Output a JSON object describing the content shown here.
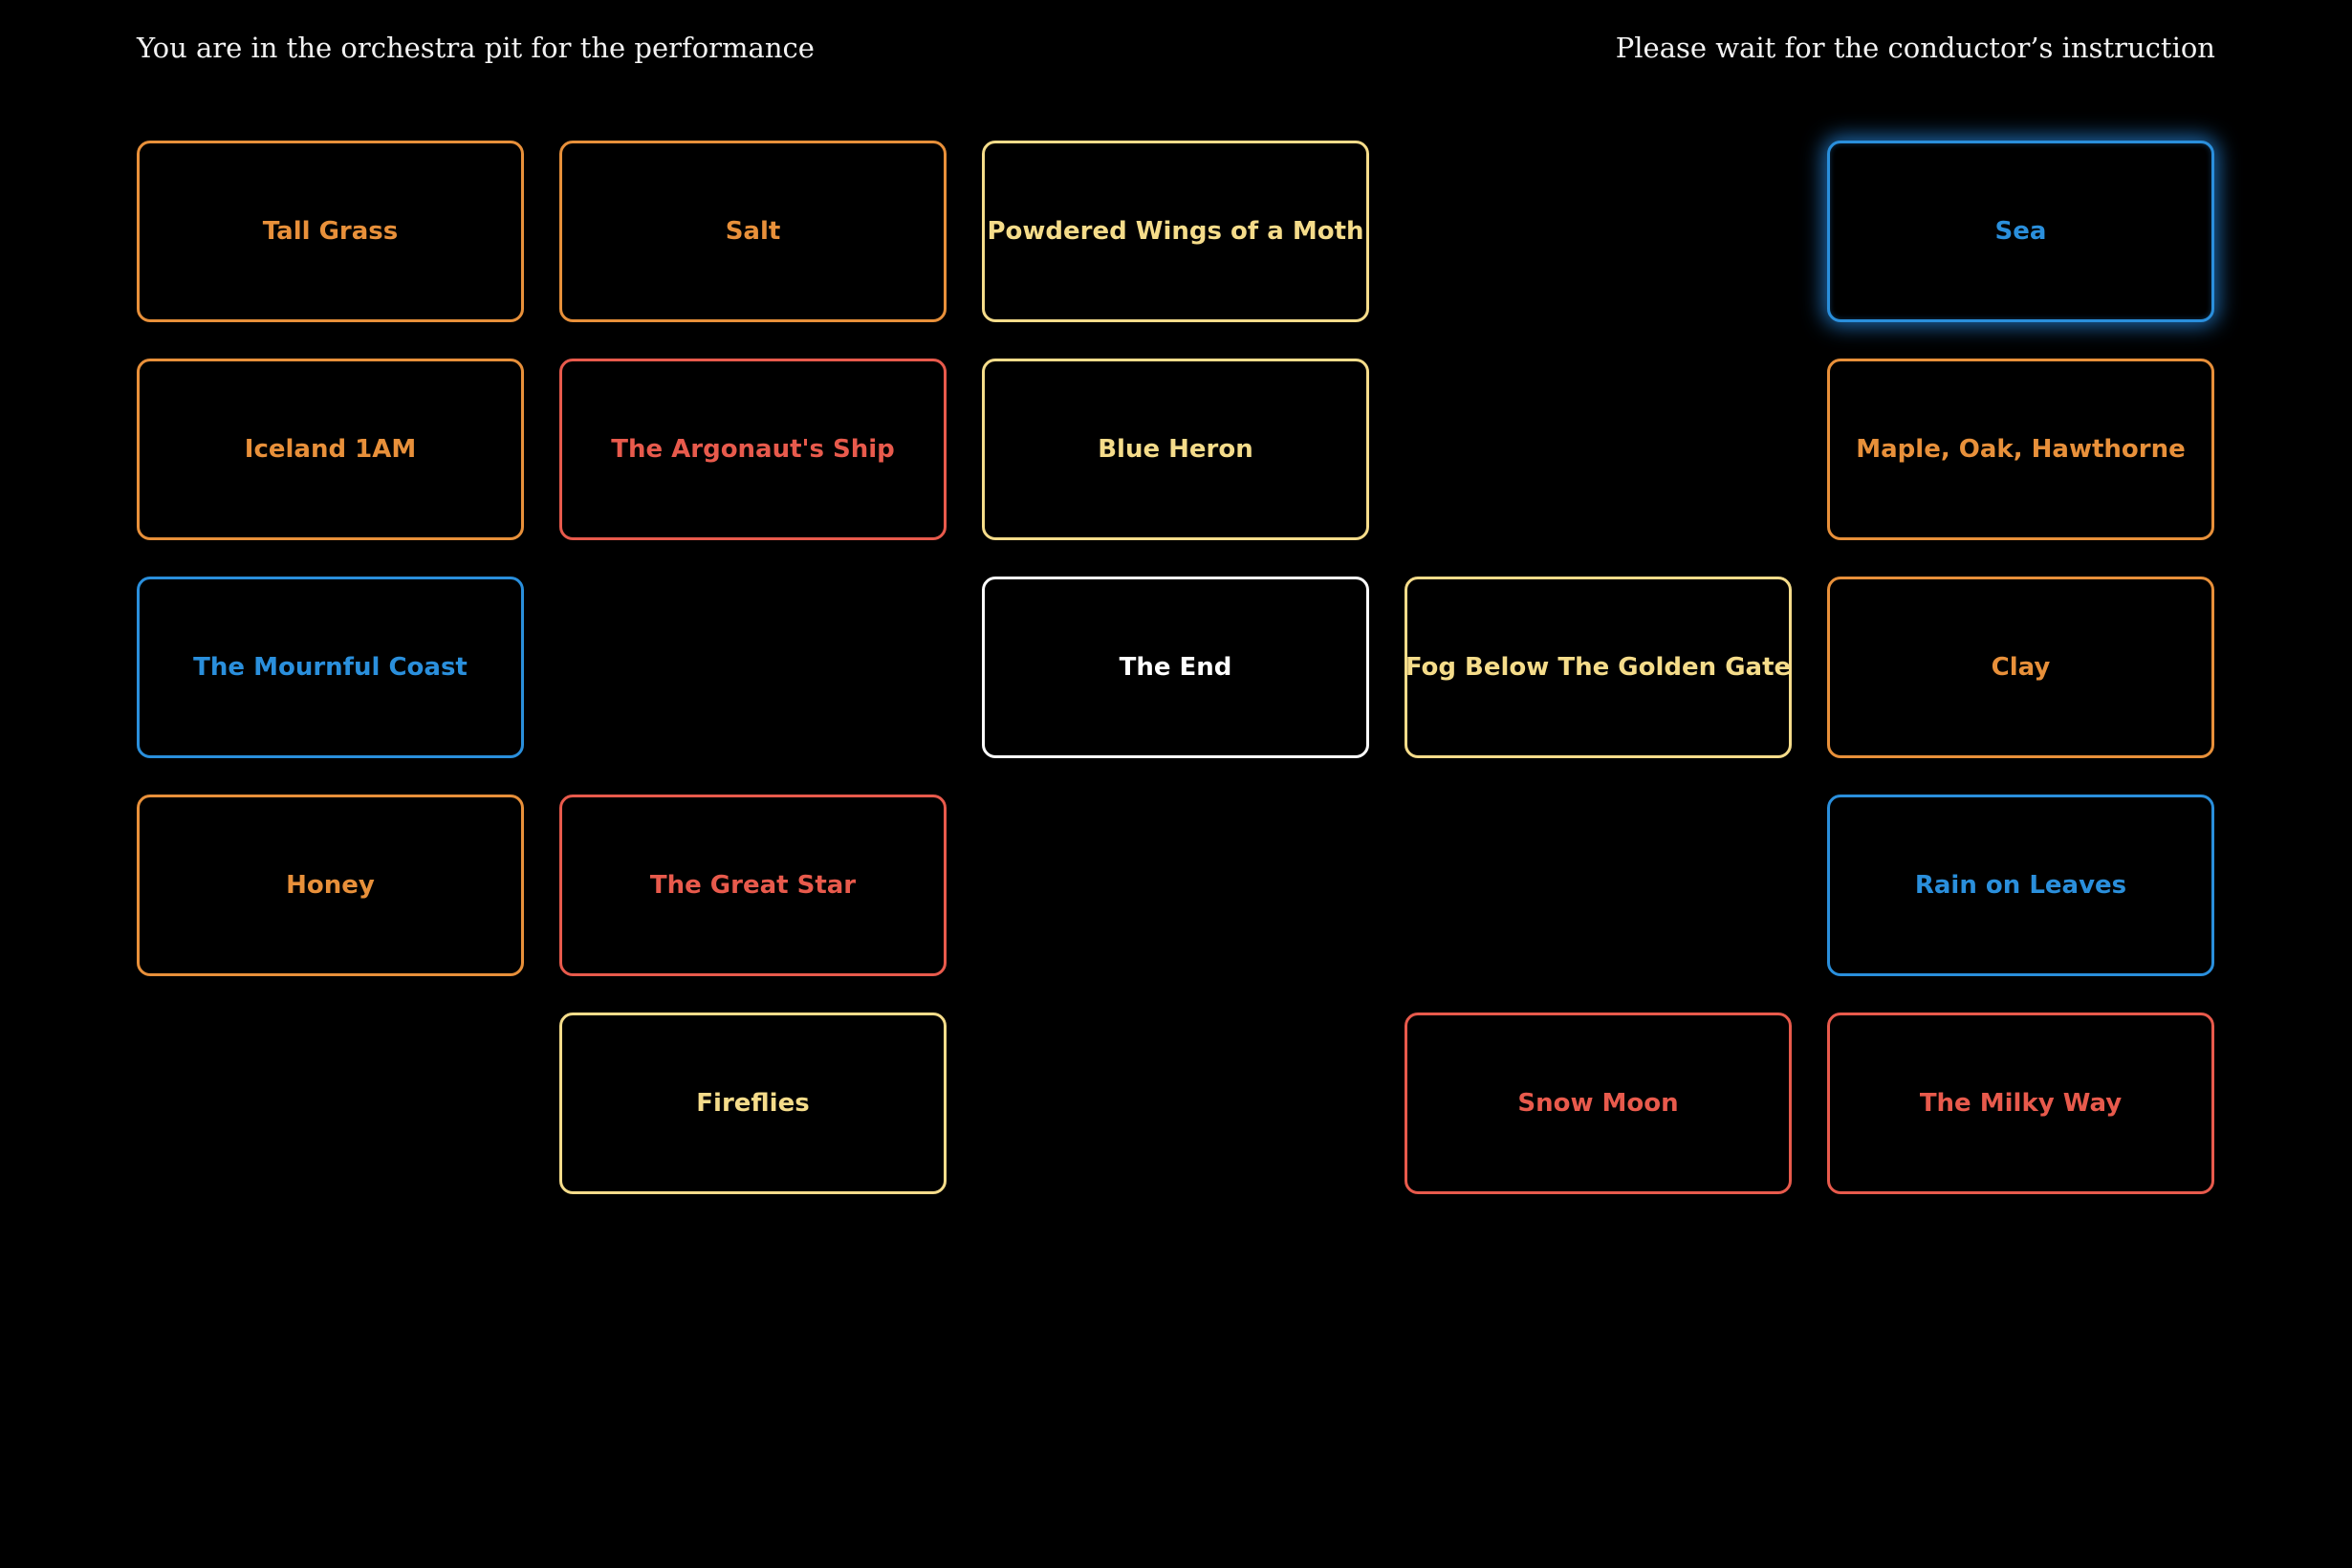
{
  "header": {
    "left_text": "You are in the orchestra pit for the performance",
    "right_text": "Please wait for the conductor’s instruction"
  },
  "colors": {
    "background": "#000000",
    "orange": "#e8903a",
    "red": "#e85a4c",
    "yellow": "#f5dc8a",
    "blue": "#2a8fdc",
    "white": "#ffffff"
  },
  "cards": [
    {
      "label": "Tall Grass",
      "color": "orange",
      "row": 1,
      "col": 1
    },
    {
      "label": "Salt",
      "color": "orange",
      "row": 1,
      "col": 2
    },
    {
      "label": "Powdered Wings of a Moth",
      "color": "yellow",
      "row": 1,
      "col": 3
    },
    {
      "label": "Sea",
      "color": "blue",
      "row": 1,
      "col": 5,
      "active": true
    },
    {
      "label": "Iceland 1AM",
      "color": "orange",
      "row": 2,
      "col": 1
    },
    {
      "label": "The Argonaut's Ship",
      "color": "red",
      "row": 2,
      "col": 2
    },
    {
      "label": "Blue Heron",
      "color": "yellow",
      "row": 2,
      "col": 3
    },
    {
      "label": "Maple, Oak, Hawthorne",
      "color": "orange",
      "row": 2,
      "col": 5
    },
    {
      "label": "The Mournful Coast",
      "color": "blue",
      "row": 3,
      "col": 1
    },
    {
      "label": "The End",
      "color": "white",
      "row": 3,
      "col": 3
    },
    {
      "label": "Fog Below The Golden Gate",
      "color": "yellow",
      "row": 3,
      "col": 4
    },
    {
      "label": "Clay",
      "color": "orange",
      "row": 3,
      "col": 5
    },
    {
      "label": "Honey",
      "color": "orange",
      "row": 4,
      "col": 1
    },
    {
      "label": "The Great Star",
      "color": "red",
      "row": 4,
      "col": 2
    },
    {
      "label": "Rain on Leaves",
      "color": "blue",
      "row": 4,
      "col": 5
    },
    {
      "label": "Fireflies",
      "color": "yellow",
      "row": 5,
      "col": 2
    },
    {
      "label": "Snow Moon",
      "color": "red",
      "row": 5,
      "col": 4
    },
    {
      "label": "The Milky Way",
      "color": "red",
      "row": 5,
      "col": 5
    }
  ]
}
